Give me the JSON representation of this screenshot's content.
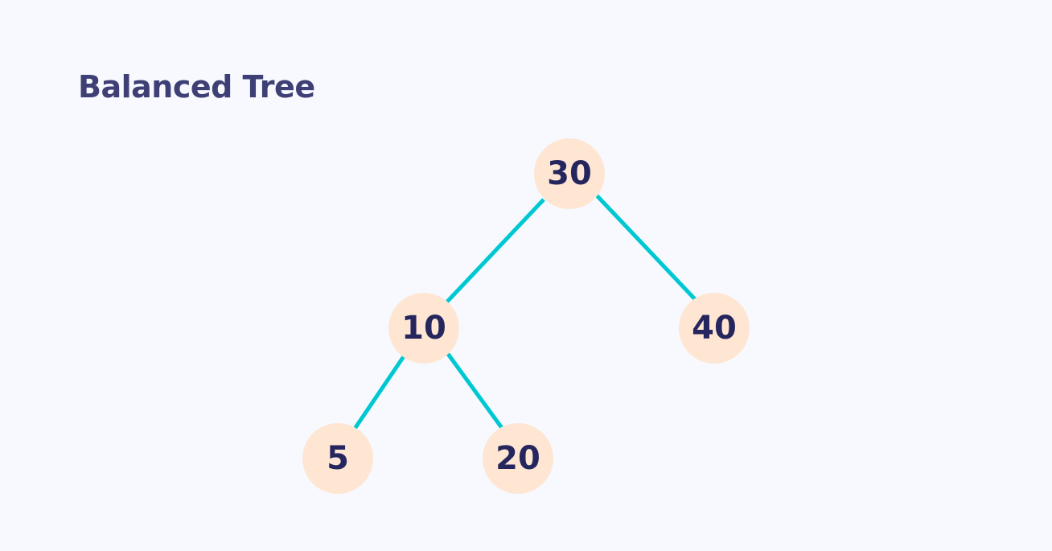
{
  "title": "Balanced Tree",
  "colors": {
    "background": "#f7f9fe",
    "title": "#3e3f74",
    "node_fill": "#fee6d3",
    "node_text": "#25265e",
    "edge": "#00c8d2"
  },
  "tree": {
    "nodes": [
      {
        "id": "n30",
        "label": "30"
      },
      {
        "id": "n10",
        "label": "10"
      },
      {
        "id": "n40",
        "label": "40"
      },
      {
        "id": "n5",
        "label": "5"
      },
      {
        "id": "n20",
        "label": "20"
      }
    ],
    "edges": [
      {
        "from": "n30",
        "to": "n10"
      },
      {
        "from": "n30",
        "to": "n40"
      },
      {
        "from": "n10",
        "to": "n5"
      },
      {
        "from": "n10",
        "to": "n20"
      }
    ]
  }
}
